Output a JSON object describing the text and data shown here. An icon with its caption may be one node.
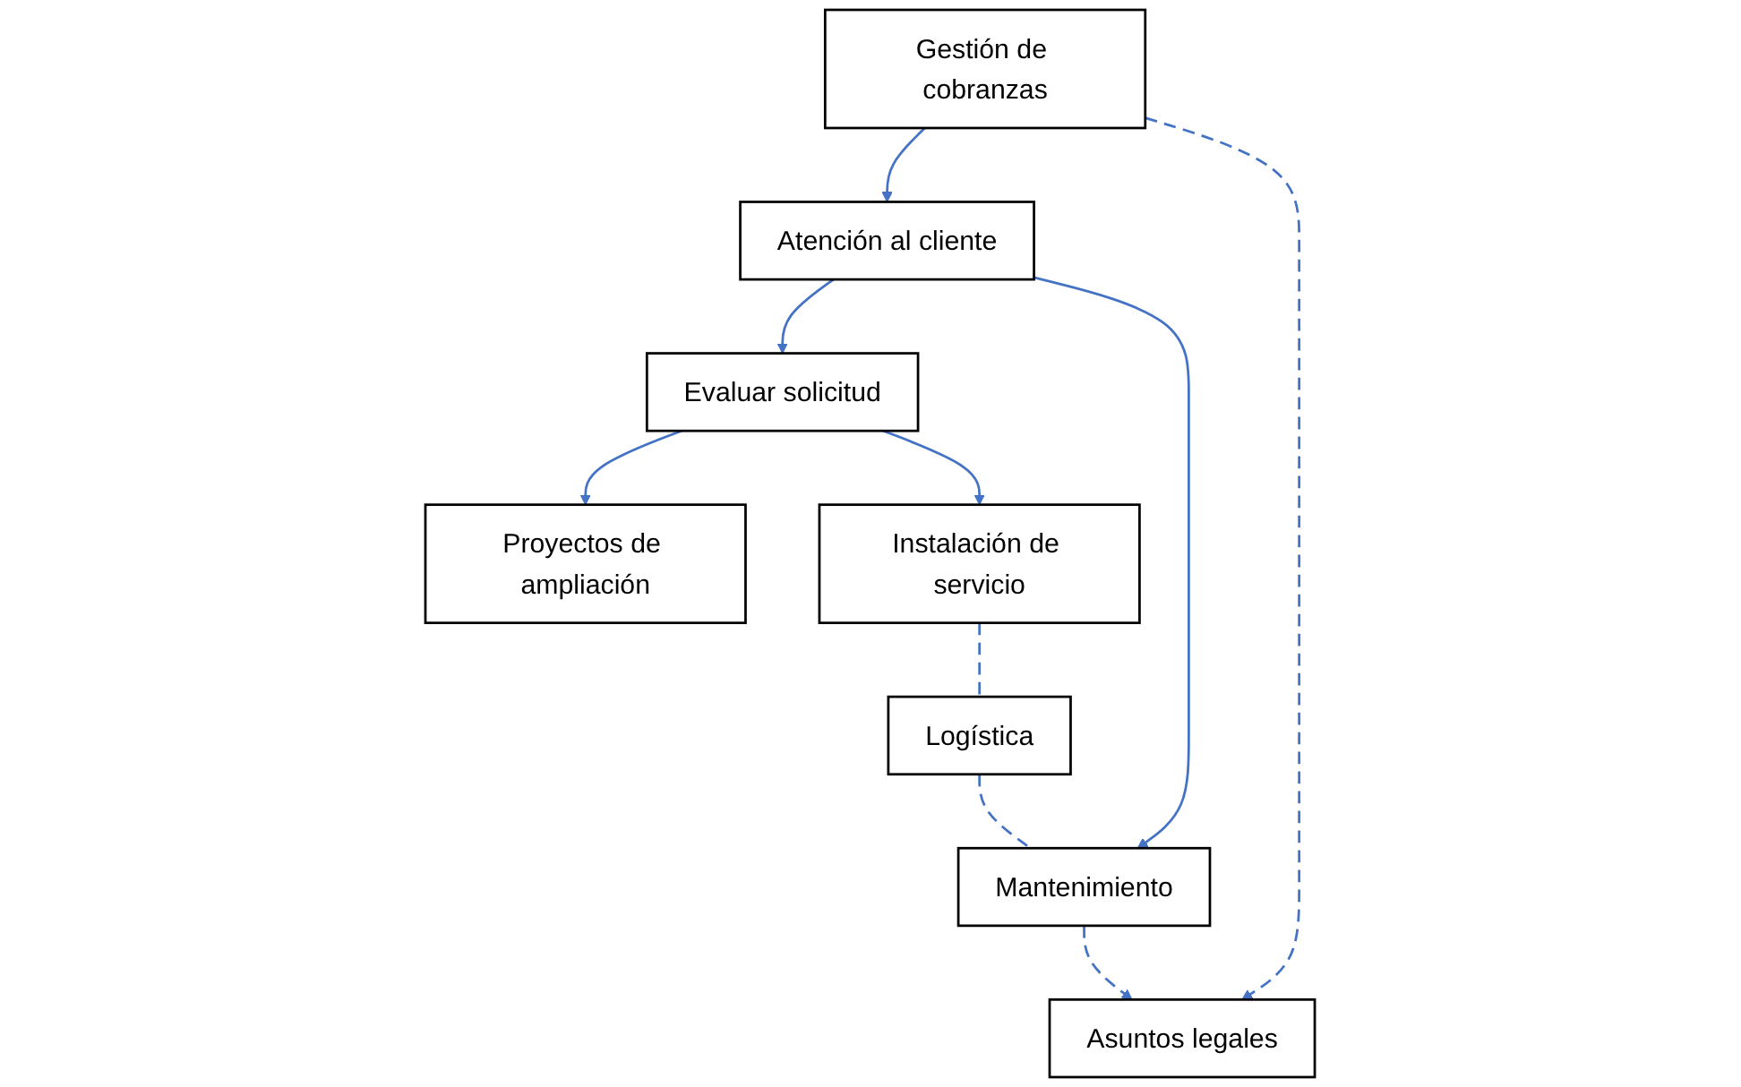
{
  "diagram": {
    "nodes": [
      {
        "text": [
          "Gestión de cobranzas"
        ]
      },
      {
        "text": [
          "Proyectos de ampliación"
        ]
      },
      {
        "text": [
          "Atención al cliente"
        ]
      },
      {
        "text": [
          "Evaluar solicitud"
        ]
      },
      {
        "text": [
          "Instalación de servicio"
        ]
      },
      {
        "text": [
          "Asuntos legales"
        ]
      },
      {
        "text": [
          "Mantenimiento"
        ]
      },
      {
        "text": [
          "Logística"
        ]
      }
    ],
    "edges": [
      {
        "from": 0,
        "to": 2,
        "arrow": "to"
      },
      {
        "from": 2,
        "to": 3,
        "arrow": "to"
      },
      {
        "from": 3,
        "to": 1,
        "arrow": "to"
      },
      {
        "from": 3,
        "to": 4,
        "arrow": "to"
      },
      {
        "from": 2,
        "to": 6,
        "arrow": "to"
      },
      {
        "from": 0,
        "to": 5,
        "arrow": "to",
        "style": "dashed"
      },
      {
        "from": 6,
        "to": 5,
        "arrow": "to",
        "style": "dashed"
      },
      {
        "from": 4,
        "to": 7,
        "arrow": "none",
        "style": "dashed"
      },
      {
        "from": 7,
        "to": 6,
        "arrow": "none",
        "style": "dashed"
      }
    ]
  }
}
